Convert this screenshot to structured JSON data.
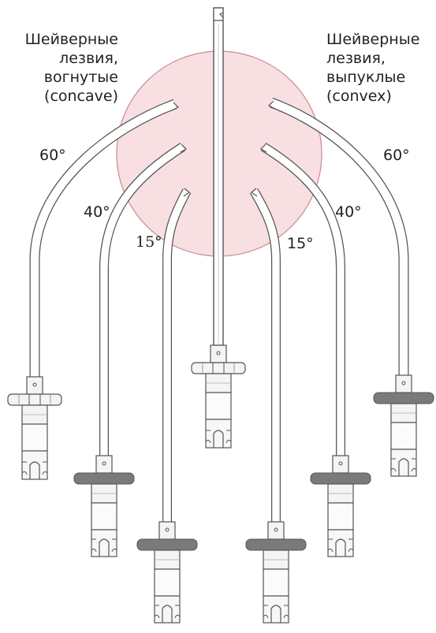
{
  "labels": {
    "concave": [
      "Шейверные",
      "лезвия,",
      "вогнутые",
      "(concave)"
    ],
    "convex": [
      "Шейверные",
      "лезвия,",
      "выпуклые",
      "(convex)"
    ]
  },
  "angles": {
    "left_60": "60°",
    "left_40": "40°",
    "left_15": "15°",
    "right_15": "15°",
    "right_40": "40°",
    "right_60": "60°"
  },
  "colors": {
    "circle_fill": "#f7dfe2",
    "circle_stroke": "#c98a93",
    "shaft_outline": "#555555",
    "collar_dark": "#7a7a7a",
    "hub_light": "#f4f4f4"
  }
}
